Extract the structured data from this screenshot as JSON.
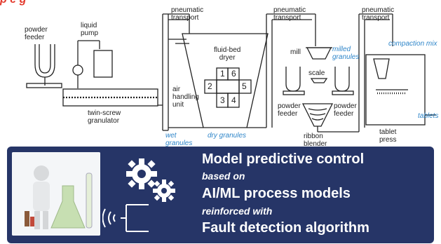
{
  "header": {
    "title_fragment": "p          e                     g"
  },
  "labels": {
    "powder_feeder": "powder\nfeeder",
    "liquid_pump": "liquid\npump",
    "twin_screw": "twin-screw\ngranulator",
    "wet_granules": "wet\ngranules",
    "pneumatic_1": "pneumatic\ntransport",
    "fluid_bed": "fluid-bed\ndryer",
    "air_handling": "air\nhandling\nunit",
    "dry_granules": "dry granules",
    "pneumatic_2": "pneumatic\ntransport",
    "mill": "mill",
    "milled_granules": "milled\ngranules",
    "scale": "scale",
    "powder_feeder_l": "powder\nfeeder",
    "powder_feeder_r": "powder\nfeeder",
    "ribbon_blender": "ribbon\nblender",
    "pneumatic_3": "pneumatic\ntransport",
    "compaction_mix": "compaction mix",
    "tablets": "tablets",
    "tablet_press": "tablet\npress",
    "grid": [
      "1",
      "6",
      "2",
      "5",
      "3",
      "4"
    ]
  },
  "panel": {
    "line1": "Model predictive control",
    "line2": "based on",
    "line3": "AI/ML process models",
    "line4": "reinforced with",
    "line5": "Fault detection algorithm"
  },
  "colors": {
    "panel_bg": "#263567",
    "accent_blue": "#2f86c9",
    "title_red": "#e33b2e"
  }
}
